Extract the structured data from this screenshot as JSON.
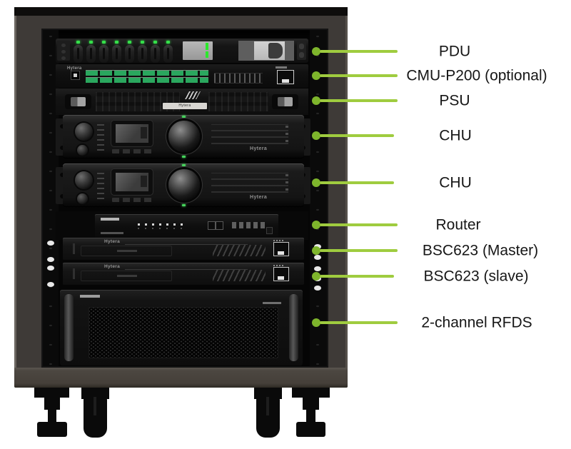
{
  "branding": "Hytera",
  "callouts": [
    {
      "label": "PDU"
    },
    {
      "label": "CMU-P200 (optional)"
    },
    {
      "label": "PSU"
    },
    {
      "label": "CHU"
    },
    {
      "label": "CHU"
    },
    {
      "label": "Router"
    },
    {
      "label": "BSC623 (Master)"
    },
    {
      "label": "BSC623 (slave)"
    },
    {
      "label": "2-channel RFDS"
    }
  ],
  "colors": {
    "callout_line": "#9FCC3F",
    "callout_dot": "#7EB52C",
    "label_text": "#161616",
    "breaker_led_green": "#35E04A",
    "terminal_green": "#2AA75E",
    "display_green": "#2CE82C",
    "cabinet_frame": "#3E3A37",
    "bottom_bar": "#4C4741"
  }
}
